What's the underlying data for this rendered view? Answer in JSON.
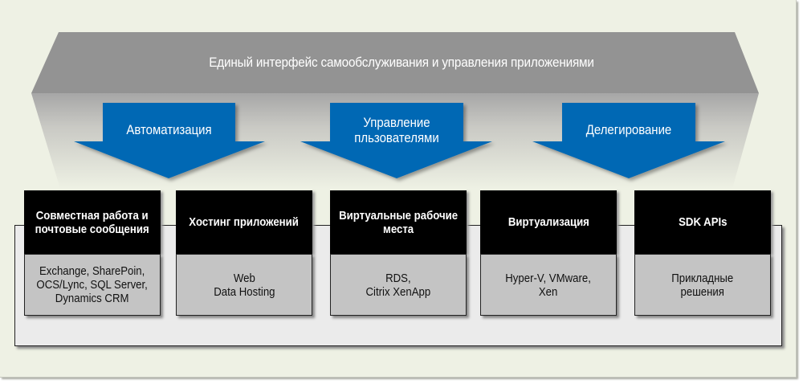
{
  "diagram": {
    "banner": {
      "label": "Единый интерфейс самообслуживания и управления приложениями"
    },
    "arrows": [
      {
        "label": "Автоматизация"
      },
      {
        "label": "Управление\nпльзователями"
      },
      {
        "label": "Делегирование"
      }
    ],
    "columns": [
      {
        "title": "Совместная работа и\nпочтовые сообщения",
        "content": "Exchange, SharePoin,\nOCS/Lync, SQL Server,\nDynamics CRM"
      },
      {
        "title": "Хостинг приложений",
        "content": "Web\nData Hosting"
      },
      {
        "title": "Виртуальные рабочие\nместа",
        "content": "RDS,\nCitrix XenApp"
      },
      {
        "title": "Виртуализация",
        "content": "Hyper-V, VMware,\nXen"
      },
      {
        "title": "SDK APIs",
        "content": "Прикладные\nрешения"
      }
    ],
    "colors": {
      "background": "#eef1e4",
      "banner": "#939393",
      "arrow_blue": "#0068b4",
      "header_black": "#000000",
      "content_gray": "#c4c4c4",
      "panel": "#ebebeb"
    }
  }
}
